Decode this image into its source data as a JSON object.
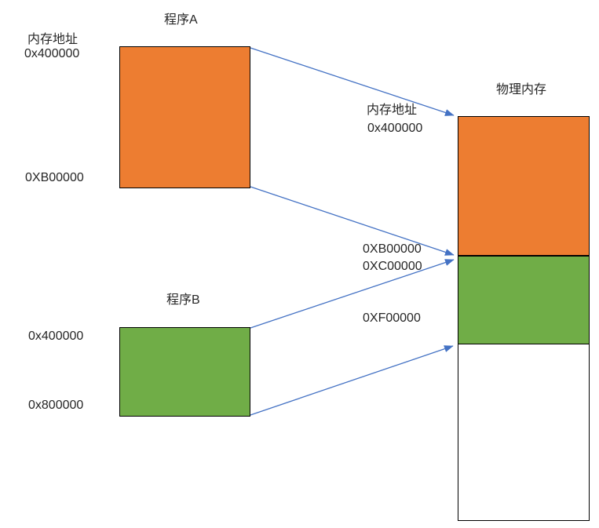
{
  "colors": {
    "orange": "#ED7D31",
    "green": "#70AD47",
    "arrow": "#4472C4",
    "border": "#000000",
    "text": "#262626"
  },
  "program_a": {
    "title": "程序A",
    "addr_heading": "内存地址",
    "start_address": "0x400000",
    "end_address": "0XB00000"
  },
  "program_b": {
    "title": "程序B",
    "start_address": "0x400000",
    "end_address": "0x800000"
  },
  "physical_memory": {
    "title": "物理内存",
    "addr_heading": "内存地址",
    "start_address": "0x400000",
    "segment_a_end_address": "0XB00000",
    "segment_b_start_address": "0XC00000",
    "segment_b_end_address": "0XF00000"
  }
}
